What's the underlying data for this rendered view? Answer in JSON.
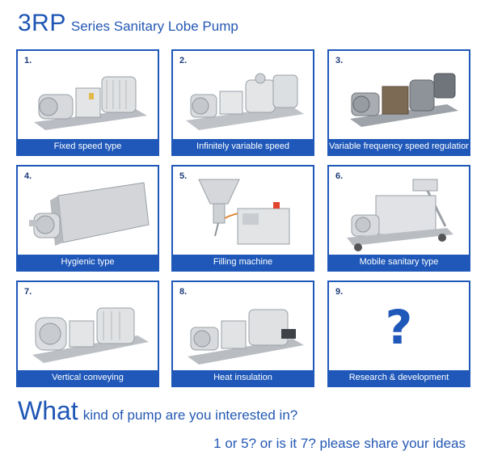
{
  "header": {
    "title_big": "3RP",
    "title_rest": "Series Sanitary Lobe Pump"
  },
  "cards": [
    {
      "num": "1.",
      "caption": "Fixed speed type"
    },
    {
      "num": "2.",
      "caption": "Infinitely variable speed"
    },
    {
      "num": "3.",
      "caption": "Variable frequency speed regulation"
    },
    {
      "num": "4.",
      "caption": "Hygienic type"
    },
    {
      "num": "5.",
      "caption": "Filling machine"
    },
    {
      "num": "6.",
      "caption": "Mobile sanitary type"
    },
    {
      "num": "7.",
      "caption": "Vertical conveying"
    },
    {
      "num": "8.",
      "caption": "Heat insulation"
    },
    {
      "num": "9.",
      "caption": "Research & development",
      "symbol": "?"
    }
  ],
  "footer": {
    "big": "What",
    "rest": "kind of pump are you interested in?",
    "line2": "1 or 5? or is it 7? please share your ideas"
  },
  "colors": {
    "accent": "#1f58b9",
    "steel": "#c9ccd1"
  }
}
